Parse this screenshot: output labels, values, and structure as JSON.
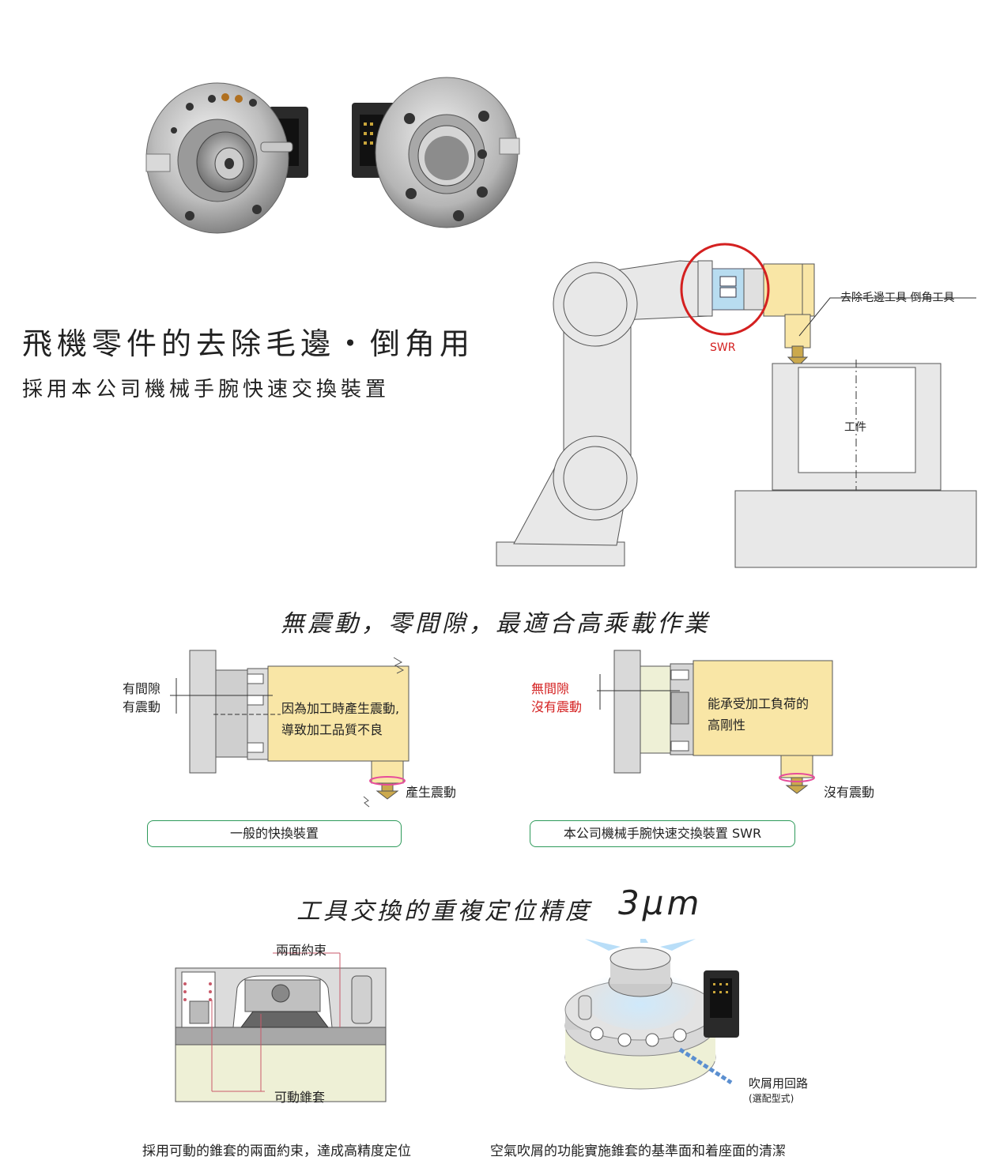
{
  "hero": {
    "title": "飛機零件的去除毛邊・倒角用",
    "subtitle": "採用本公司機械手腕快速交換裝置"
  },
  "robot_diagram": {
    "swr_label": "SWR",
    "tool_label": "去除毛邊工具 倒角工具",
    "workpiece_label": "工件"
  },
  "section1": {
    "title": "無震動，零間隙，最適合高乘載作業",
    "left": {
      "side_label_1": "有間隙",
      "side_label_2": "有震動",
      "box_text_1": "因為加工時產生震動,",
      "box_text_2": "導致加工品質不良",
      "bottom_label": "產生震動",
      "caption": "一般的快換裝置"
    },
    "right": {
      "side_label_1": "無間隙",
      "side_label_2": "沒有震動",
      "box_text_1": "能承受加工負荷的",
      "box_text_2": "高剛性",
      "bottom_label": "沒有震動",
      "caption": "本公司機械手腕快速交換裝置 SWR"
    }
  },
  "section2": {
    "title": "工具交換的重複定位精度",
    "value": "3μm",
    "left": {
      "top_label": "兩面約束",
      "bottom_label": "可動錐套",
      "footer": "採用可動的錐套的兩面約束，達成高精度定位"
    },
    "right": {
      "label_main": "吹屑用回路",
      "label_sub": "(選配型式)",
      "footer": "空氣吹屑的功能實施錐套的基準面和着座面的清潔"
    }
  },
  "colors": {
    "tool_yellow": "#f9e6a6",
    "robot_gray": "#e8e8e8",
    "accent_red": "#d42020",
    "caption_green": "#2e9a5a",
    "base_cream": "#eef0d6"
  }
}
